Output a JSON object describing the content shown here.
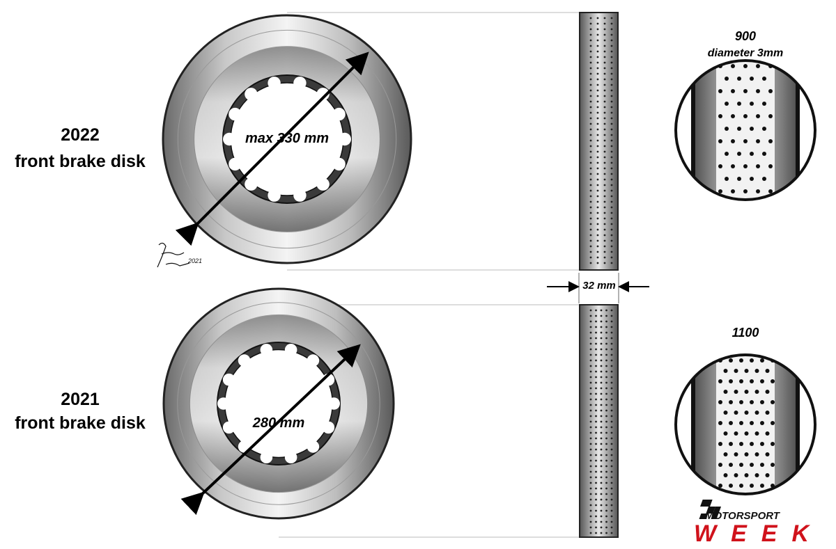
{
  "top": {
    "year": "2022",
    "caption": "front brake disk",
    "diameter": "max 330 mm",
    "holes": "900",
    "hole_diameter": "diameter 3mm"
  },
  "bottom": {
    "year": "2021",
    "caption": "front brake disk",
    "diameter": "280 mm",
    "holes": "1100"
  },
  "thickness": "32 mm",
  "signature": "Piola Drawing 2021",
  "logo": {
    "line1": "MOTORSPORT",
    "line2": "WEEK"
  },
  "colors": {
    "logo_red": "#d0121b",
    "outline": "#222222"
  }
}
